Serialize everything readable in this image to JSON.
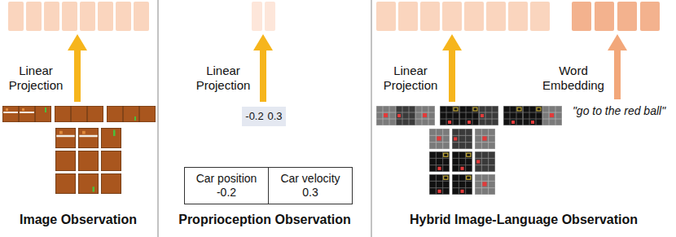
{
  "diagram": {
    "nodes": [
      {
        "text": [
          "-0.2"
        ]
      },
      {
        "text": [
          "0.3"
        ]
      },
      {
        "text": [
          "Car position",
          "-0.2"
        ]
      },
      {
        "text": [
          "Car velocity",
          "0.3"
        ]
      }
    ],
    "labels": [
      "Linear Projection",
      "Image Observation",
      "Linear Projection",
      "Proprioception Observation",
      "Linear Projection",
      "Word Embedding",
      "\"go to the red ball\"",
      "Hybrid Image-Language Observation"
    ]
  }
}
